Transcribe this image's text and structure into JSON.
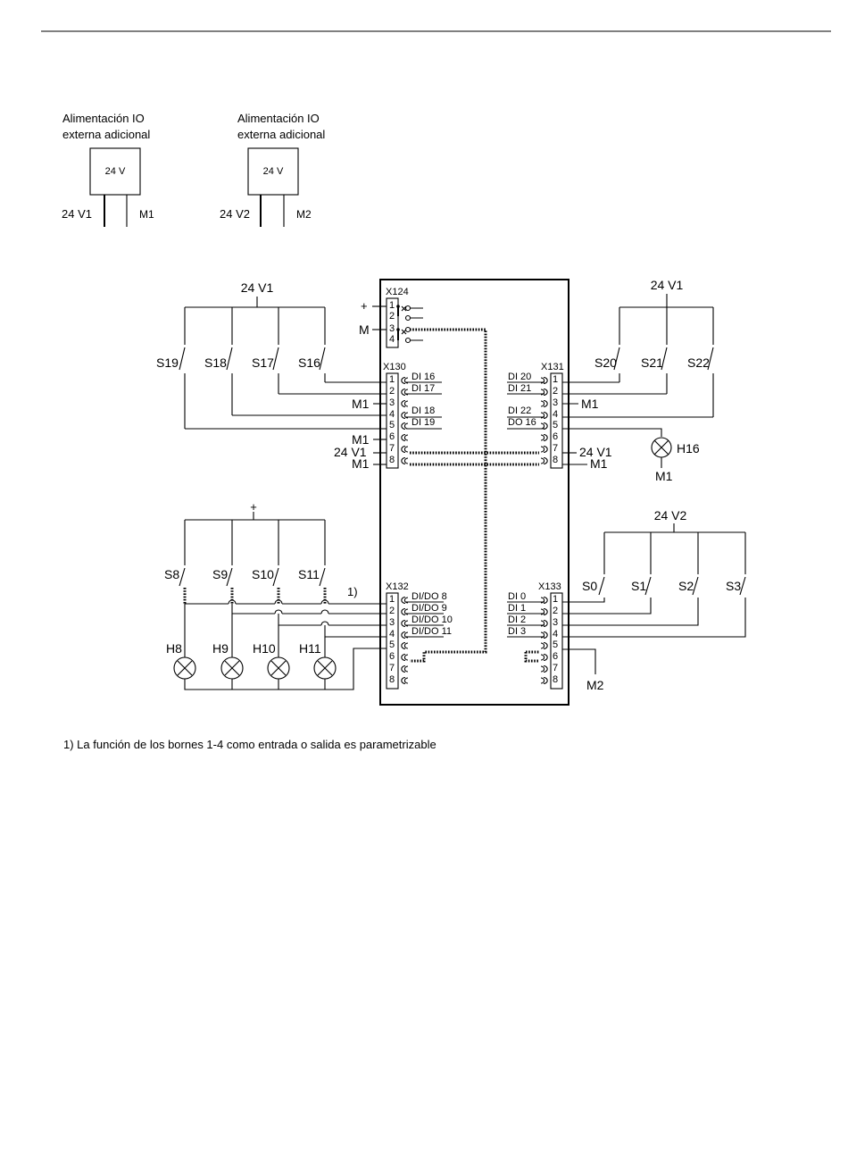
{
  "supplies": [
    {
      "title_line1": "Alimentación IO",
      "title_line2": "externa adicional",
      "voltage": "24 V",
      "pos_label": "24 V1",
      "neg_label": "M1"
    },
    {
      "title_line1": "Alimentación IO",
      "title_line2": "externa adicional",
      "voltage": "24 V",
      "pos_label": "24 V2",
      "neg_label": "M2"
    }
  ],
  "connectors": {
    "x124": {
      "name": "X124",
      "plus": "+",
      "m": "M",
      "pins": [
        "1",
        "2",
        "3",
        "4"
      ]
    },
    "x130": {
      "name": "X130",
      "pins": [
        "1",
        "2",
        "3",
        "4",
        "5",
        "6",
        "7",
        "8"
      ],
      "signals": [
        "DI 16",
        "DI 17",
        "",
        "DI 18",
        "DI 19",
        "",
        "",
        ""
      ]
    },
    "x131": {
      "name": "X131",
      "pins": [
        "1",
        "2",
        "3",
        "4",
        "5",
        "6",
        "7",
        "8"
      ],
      "signals": [
        "DI 20",
        "DI 21",
        "",
        "DI 22",
        "DO 16",
        "",
        "",
        ""
      ]
    },
    "x132": {
      "name": "X132",
      "pins": [
        "1",
        "2",
        "3",
        "4",
        "5",
        "6",
        "7",
        "8"
      ],
      "signals": [
        "DI/DO 8",
        "DI/DO 9",
        "DI/DO 10",
        "DI/DO 11",
        "",
        "",
        "",
        ""
      ]
    },
    "x133": {
      "name": "X133",
      "pins": [
        "1",
        "2",
        "3",
        "4",
        "5",
        "6",
        "7",
        "8"
      ],
      "signals": [
        "DI 0",
        "DI 1",
        "DI 2",
        "DI 3",
        "",
        "",
        "",
        ""
      ]
    }
  },
  "labels": {
    "v1_left": "24 V1",
    "v1_right": "24 V1",
    "v2": "24 V2",
    "plus": "+",
    "m1_x130_3": "M1",
    "m1_x130_6": "M1",
    "v1_x130_7": "24 V1",
    "m1_x130_8": "M1",
    "m1_x131_3": "M1",
    "v1_x131_7": "24 V1",
    "m1_x131_8": "M1",
    "m1_h16": "M1",
    "m2": "M2",
    "footnote_mark": "1)"
  },
  "switches_top_left": [
    "S19",
    "S18",
    "S17",
    "S16"
  ],
  "switches_top_right": [
    "S20",
    "S21",
    "S22"
  ],
  "switches_bottom_left": [
    "S8",
    "S9",
    "S10",
    "S11"
  ],
  "switches_bottom_right": [
    "S0",
    "S1",
    "S2",
    "S3"
  ],
  "lamps_bottom": [
    "H8",
    "H9",
    "H10",
    "H11"
  ],
  "lamp_h16": "H16",
  "footnote": "1) La función de los bornes 1-4 como entrada o salida es parametrizable"
}
